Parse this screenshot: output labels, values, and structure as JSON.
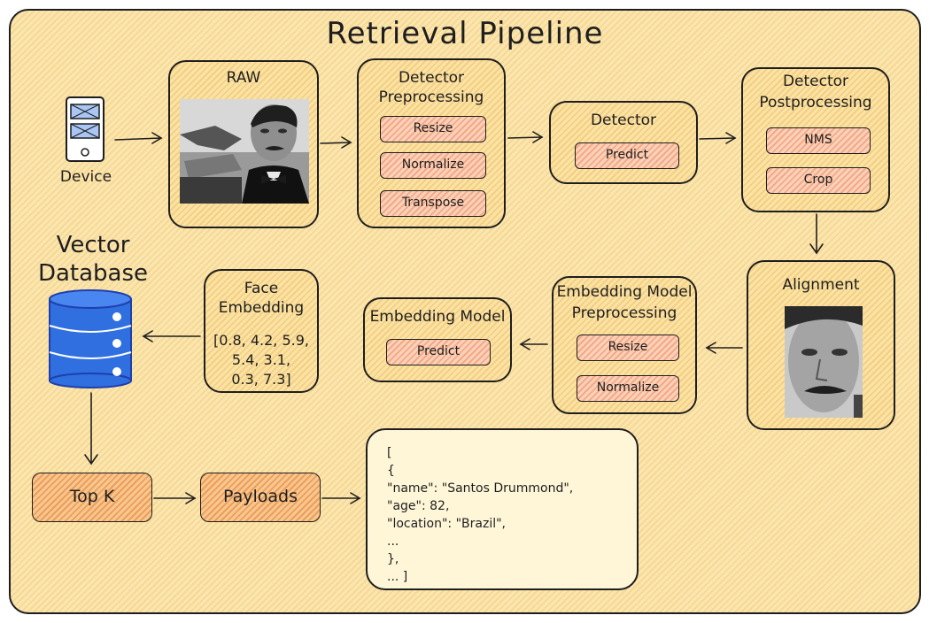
{
  "title": "Retrieval Pipeline",
  "device": {
    "label": "Device",
    "icon": "smartphone-icon"
  },
  "raw": {
    "title": "RAW"
  },
  "detector_preprocessing": {
    "title_line1": "Detector",
    "title_line2": "Preprocessing",
    "steps": [
      "Resize",
      "Normalize",
      "Transpose"
    ]
  },
  "detector": {
    "title": "Detector",
    "steps": [
      "Predict"
    ]
  },
  "detector_postprocessing": {
    "title_line1": "Detector",
    "title_line2": "Postprocessing",
    "steps": [
      "NMS",
      "Crop"
    ]
  },
  "alignment": {
    "title": "Alignment"
  },
  "embedding_preprocessing": {
    "title_line1": "Embedding Model",
    "title_line2": "Preprocessing",
    "steps": [
      "Resize",
      "Normalize"
    ]
  },
  "embedding_model": {
    "title": "Embedding Model",
    "steps": [
      "Predict"
    ]
  },
  "face_embedding": {
    "title_line1": "Face",
    "title_line2": "Embedding",
    "vector_lines": [
      "[0.8, 4.2, 5.9,",
      "5.4, 3.1,",
      "0.3, 7.3]"
    ]
  },
  "vector_db": {
    "title_line1": "Vector",
    "title_line2": "Database",
    "icon": "database-icon"
  },
  "top_k": {
    "label": "Top K"
  },
  "payloads": {
    "label": "Payloads"
  },
  "json_payload": {
    "lines": [
      "[",
      "{",
      "\"name\": \"Santos Drummond\",",
      "\"age\": 82,",
      "\"location\": \"Brazil\",",
      "...",
      "},",
      "... ]"
    ]
  },
  "colors": {
    "background": "#f8dc9c",
    "step_fill": "#f5b093",
    "db_blue": "#2f6fe0",
    "orange_box": "#ee9f5a"
  }
}
